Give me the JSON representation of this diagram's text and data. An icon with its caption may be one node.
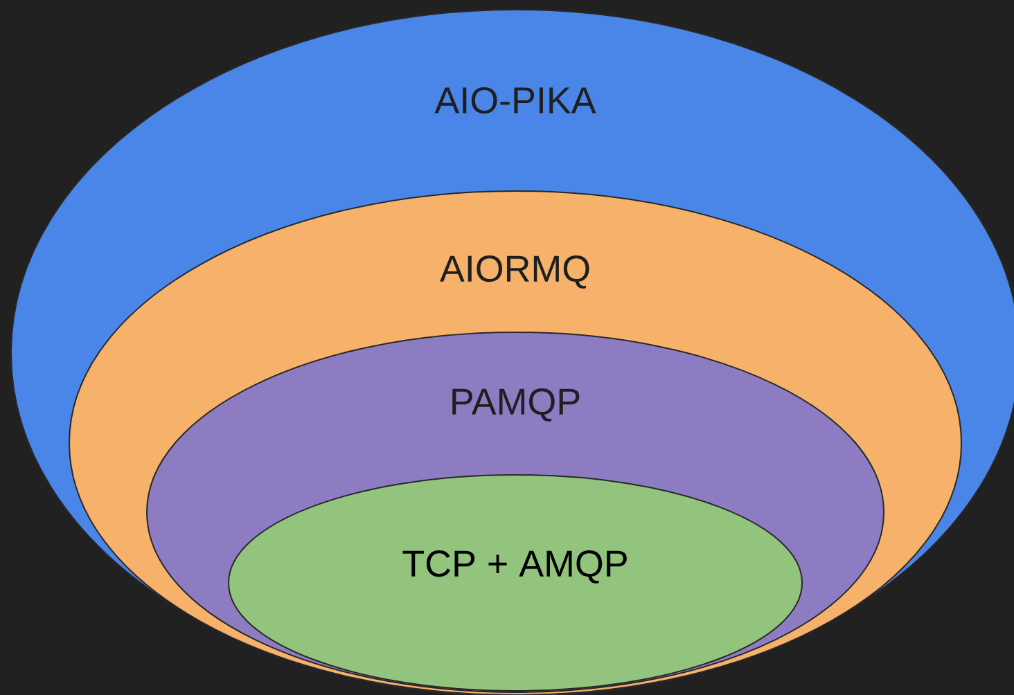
{
  "diagram": {
    "nodes": [
      {
        "text": [
          "AIO-PIKA"
        ]
      },
      {
        "text": [
          "AIORMQ"
        ],
        "in": 0
      },
      {
        "text": [
          "PAMQP"
        ],
        "in": 1
      },
      {
        "text": [
          "TCP + AMQP"
        ],
        "in": 2
      }
    ]
  }
}
